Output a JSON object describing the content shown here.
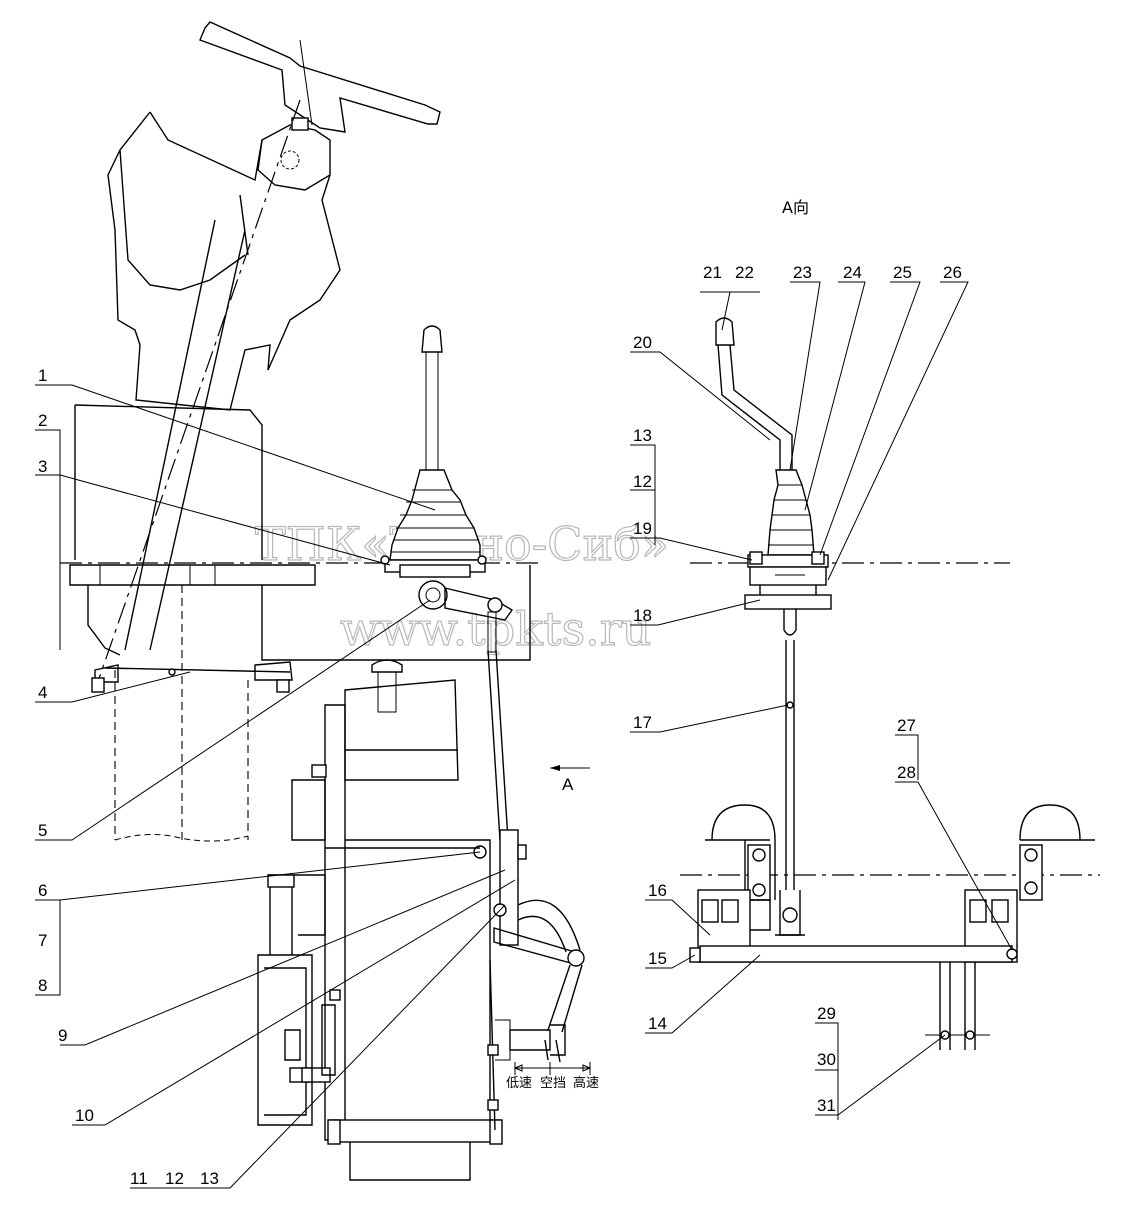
{
  "view_label": "A向",
  "section_arrow_label": "A",
  "gear_positions": [
    "低速",
    "空挡",
    "高速"
  ],
  "watermark": {
    "line1": "ТПК«Техно-Сиб»",
    "line2": "www.tpkts.ru"
  },
  "callouts": {
    "c1": "1",
    "c2": "2",
    "c3": "3",
    "c4": "4",
    "c5": "5",
    "c6": "6",
    "c7": "7",
    "c8": "8",
    "c9": "9",
    "c10": "10",
    "c11": "11",
    "c12": "12",
    "c13": "13",
    "r12": "12",
    "r13": "13",
    "c14": "14",
    "c15": "15",
    "c16": "16",
    "c17": "17",
    "c18": "18",
    "c19": "19",
    "c20": "20",
    "c21": "21",
    "c22": "22",
    "c23": "23",
    "c24": "24",
    "c25": "25",
    "c26": "26",
    "c27": "27",
    "c28": "28",
    "c29": "29",
    "c30": "30",
    "c31": "31"
  }
}
